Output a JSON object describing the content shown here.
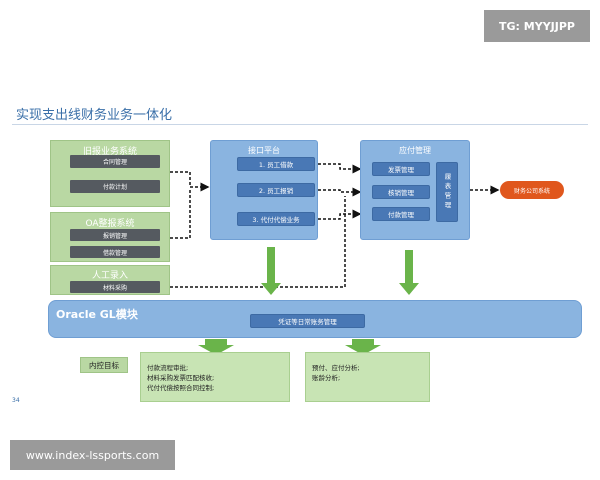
{
  "watermark_top": "TG: MYYJJPP",
  "title": "实现支出线财务业务一体化",
  "legacy": {
    "title": "旧报业务系统",
    "items": [
      "合同管理",
      "付款计划"
    ]
  },
  "oa": {
    "title": "OA整报系统",
    "items": [
      "报销管理",
      "借款管理"
    ]
  },
  "manual": {
    "title": "人工录入",
    "items": [
      "材料采购"
    ]
  },
  "interface": {
    "title": "接口平台",
    "items": [
      "1. 员工借款",
      "2. 员工报销",
      "3. 代付代偿业务"
    ]
  },
  "ap": {
    "title": "应付管理",
    "items": [
      "发票管理",
      "核销管理",
      "付款管理"
    ],
    "side": "履表管理"
  },
  "finance_system": "财务公司系统",
  "oracle": {
    "title": "Oracle GL模块",
    "center": "凭证等日常账务管理"
  },
  "control": {
    "label": "内控目标",
    "box1": [
      "付款流程审批;",
      "材料采购发票匹配核收;",
      "代付代偿按照合同控制;"
    ],
    "box2": [
      "预付、应付分析;",
      "账龄分析;"
    ]
  },
  "page_number": "34",
  "watermark_bottom": "www.index-lssports.com",
  "colors": {
    "green": "#b9d8a3",
    "blue": "#8ab4e0",
    "accent": "#e0571d"
  }
}
